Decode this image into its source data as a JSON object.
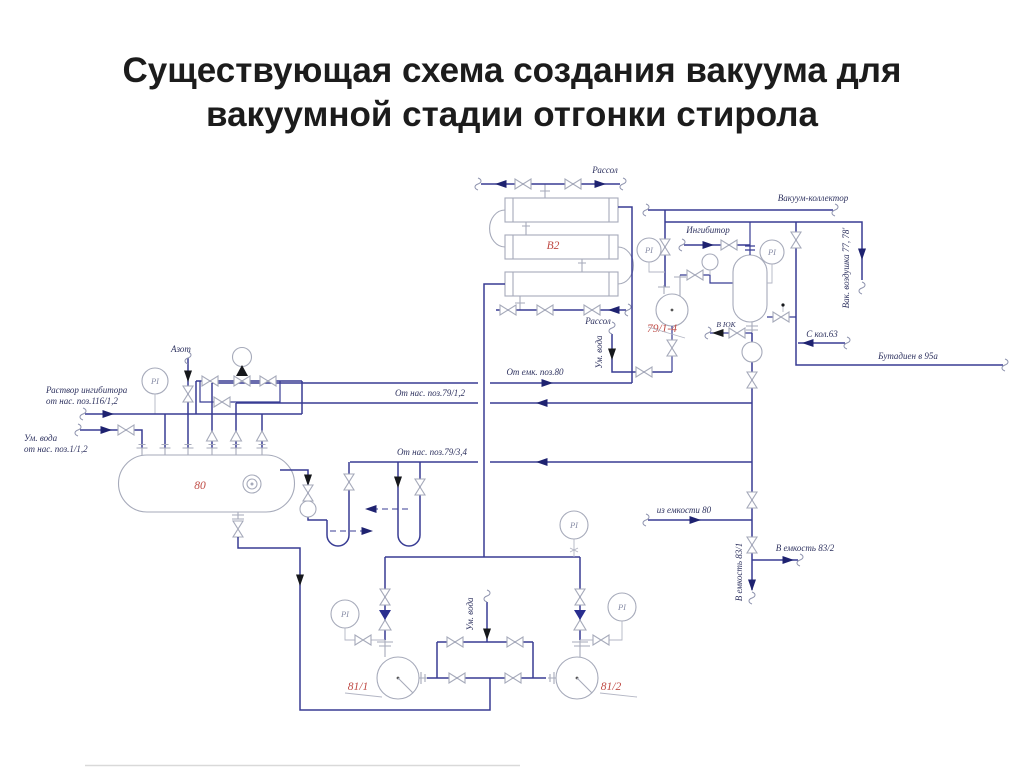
{
  "title": {
    "line1": "Существующая схема создания вакуума для",
    "line2": "вакуумной стадии отгонки стирола"
  },
  "colors": {
    "pipe_blue": "#383c94",
    "equipment_gray": "#a6aaba",
    "tag_red": "#bf4a44",
    "label_ink": "#2f3360",
    "arrow_ink": "#1e2270",
    "background": "#ffffff"
  },
  "equipment_tags": {
    "heat_exchanger": "В2",
    "vacuum_pumps_group": "79/1-4",
    "vessel_80": "80",
    "pump_81_1": "81/1",
    "pump_81_2": "81/2"
  },
  "gauges": {
    "pi": "PI"
  },
  "labels": {
    "brine_top": "Рассол",
    "brine_bottom": "Рассол",
    "vacuum_collector": "Вакуум-коллектор",
    "inhibitor": "Ингибитор",
    "vacuum_vent": "Вак. воздушка 77, 78'",
    "to_yuk": "В ЮК",
    "from_column_63": "С кол.63",
    "butadiene_to_95a": "Бутадиен в 95а",
    "soft_water_right": "Ум. вода",
    "from_vessel_pos80": "От емк. поз.80",
    "from_pumps_pos79_12": "От нас. поз.79/1,2",
    "from_pumps_pos79_34": "От нас. поз.79/3,4",
    "inhibitor_solution_line1": "Раствор ингибитора",
    "inhibitor_solution_line2": "от нас. поз.116/1,2",
    "soft_water_left_line1": "Ум. вода",
    "soft_water_left_line2": "от нас. поз.1/1,2",
    "nitrogen": "Азот",
    "from_tank_80": "из емкости 80",
    "to_tank_83_2": "В емкость 83/2",
    "to_tank_83_1": "В емкость 83/1",
    "soft_water_bottom": "Ум. вода"
  }
}
